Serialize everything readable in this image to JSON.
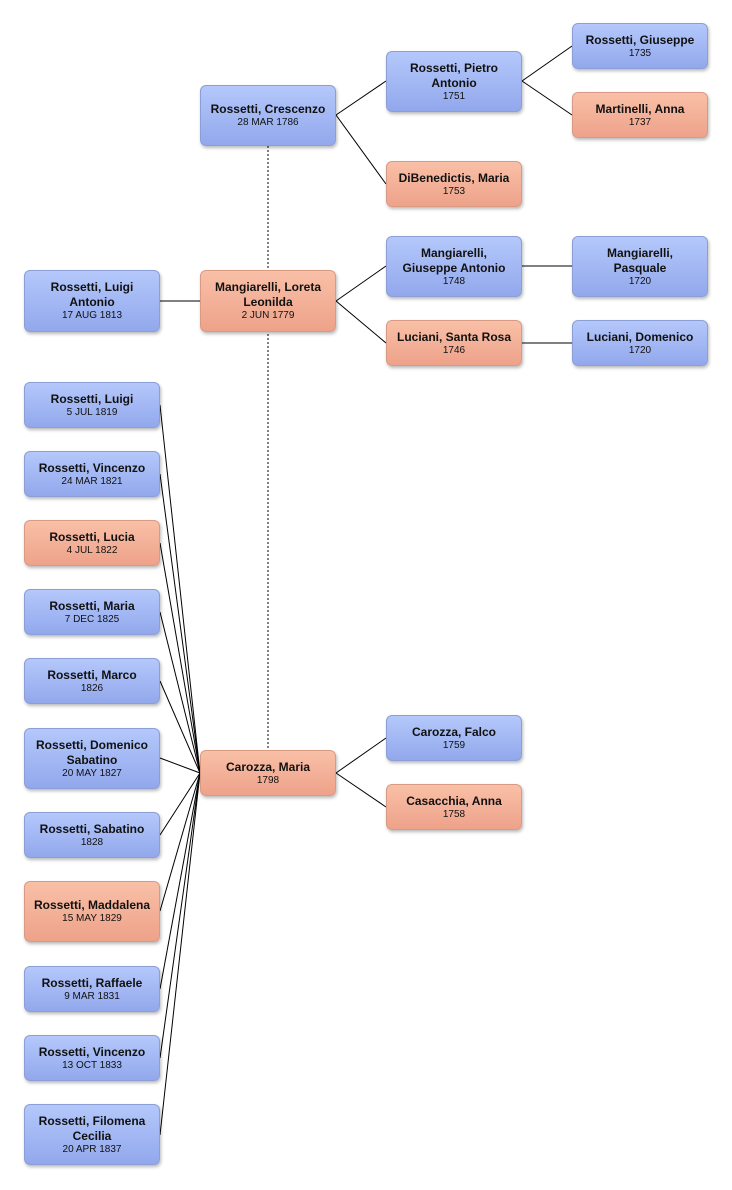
{
  "people": [
    {
      "id": "crescenzo",
      "name": "Rossetti, Crescenzo",
      "date": "28 MAR 1786",
      "sex": "male"
    },
    {
      "id": "loreta",
      "name": "Mangiarelli, Loreta Leonilda",
      "date": "2 JUN 1779",
      "sex": "female"
    },
    {
      "id": "luigi-antonio",
      "name": "Rossetti, Luigi Antonio",
      "date": "17 AUG 1813",
      "sex": "male"
    },
    {
      "id": "carozza-maria",
      "name": "Carozza, Maria",
      "date": "1798",
      "sex": "female"
    },
    {
      "id": "pietro",
      "name": "Rossetti, Pietro Antonio",
      "date": "1751",
      "sex": "male"
    },
    {
      "id": "dibenedictis",
      "name": "DiBenedictis, Maria",
      "date": "1753",
      "sex": "female"
    },
    {
      "id": "giuseppe",
      "name": "Rossetti, Giuseppe",
      "date": "1735",
      "sex": "male"
    },
    {
      "id": "martinelli",
      "name": "Martinelli, Anna",
      "date": "1737",
      "sex": "female"
    },
    {
      "id": "giuseppe-antonio",
      "name": "Mangiarelli, Giuseppe Antonio",
      "date": "1748",
      "sex": "male"
    },
    {
      "id": "santa-rosa",
      "name": "Luciani, Santa Rosa",
      "date": "1746",
      "sex": "female"
    },
    {
      "id": "pasquale",
      "name": "Mangiarelli, Pasquale",
      "date": "1720",
      "sex": "male"
    },
    {
      "id": "domenico-luciani",
      "name": "Luciani, Domenico",
      "date": "1720",
      "sex": "male"
    },
    {
      "id": "falco",
      "name": "Carozza, Falco",
      "date": "1759",
      "sex": "male"
    },
    {
      "id": "casacchia",
      "name": "Casacchia, Anna",
      "date": "1758",
      "sex": "female"
    },
    {
      "id": "c-luigi",
      "name": "Rossetti, Luigi",
      "date": "5 JUL 1819",
      "sex": "male"
    },
    {
      "id": "c-vincenzo-1821",
      "name": "Rossetti, Vincenzo",
      "date": "24 MAR 1821",
      "sex": "male"
    },
    {
      "id": "c-lucia",
      "name": "Rossetti, Lucia",
      "date": "4 JUL 1822",
      "sex": "female"
    },
    {
      "id": "c-maria",
      "name": "Rossetti, Maria",
      "date": "7 DEC 1825",
      "sex": "male"
    },
    {
      "id": "c-marco",
      "name": "Rossetti, Marco",
      "date": "1826",
      "sex": "male"
    },
    {
      "id": "c-domenico",
      "name": "Rossetti, Domenico Sabatino",
      "date": "20 MAY 1827",
      "sex": "male"
    },
    {
      "id": "c-sabatino",
      "name": "Rossetti, Sabatino",
      "date": "1828",
      "sex": "male"
    },
    {
      "id": "c-maddalena",
      "name": "Rossetti, Maddalena",
      "date": "15 MAY 1829",
      "sex": "female"
    },
    {
      "id": "c-raffaele",
      "name": "Rossetti, Raffaele",
      "date": "9 MAR 1831",
      "sex": "male"
    },
    {
      "id": "c-vincenzo-1833",
      "name": "Rossetti, Vincenzo",
      "date": "13 OCT 1833",
      "sex": "male"
    },
    {
      "id": "c-filomena",
      "name": "Rossetti, Filomena Cecilia",
      "date": "20 APR 1837",
      "sex": "male"
    }
  ]
}
